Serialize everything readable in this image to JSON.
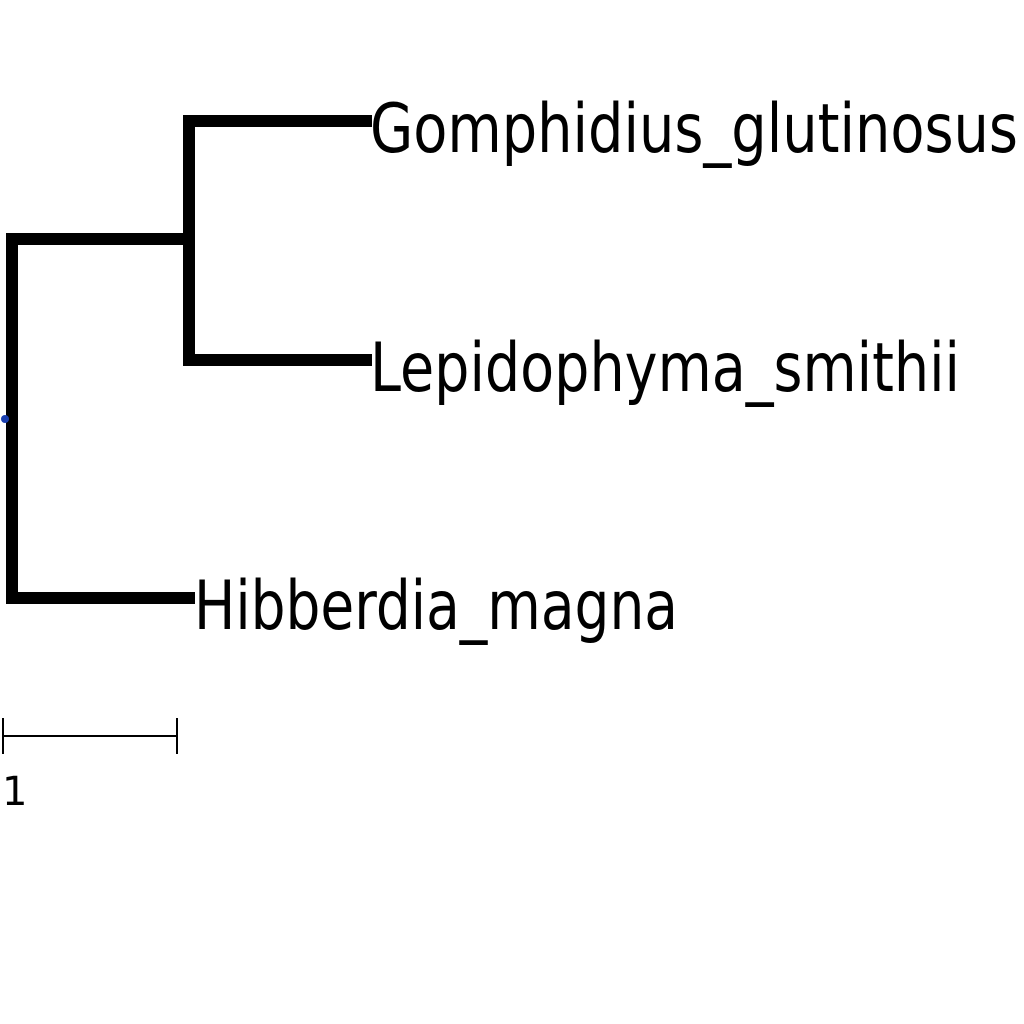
{
  "tree": {
    "root_marker_color": "#1a3fb0",
    "branch_color": "#000000",
    "leaves": [
      {
        "name": "Gomphidius_glutinosus"
      },
      {
        "name": "Lepidophyma_smithii"
      },
      {
        "name": "Hibberdia_magna"
      }
    ]
  },
  "scale_bar": {
    "label": "1"
  }
}
